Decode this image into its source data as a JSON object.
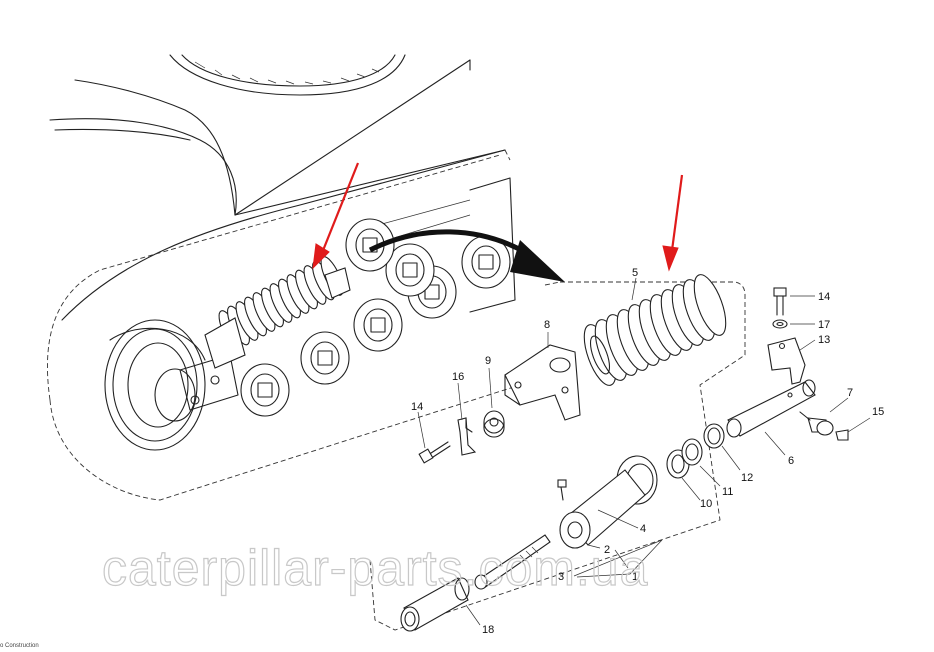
{
  "colors": {
    "arrow": "#e01b1b",
    "line": "#222222",
    "watermark": "#c8c8c8",
    "background": "#ffffff"
  },
  "watermark": "caterpillar-parts.com.ua",
  "caption": "o Construction",
  "parts": [
    {
      "id": "p1",
      "label": "1"
    },
    {
      "id": "p2",
      "label": "2"
    },
    {
      "id": "p3",
      "label": "3"
    },
    {
      "id": "p4",
      "label": "4"
    },
    {
      "id": "p5",
      "label": "5"
    },
    {
      "id": "p6",
      "label": "6"
    },
    {
      "id": "p7",
      "label": "7"
    },
    {
      "id": "p8",
      "label": "8"
    },
    {
      "id": "p9",
      "label": "9"
    },
    {
      "id": "p10",
      "label": "10"
    },
    {
      "id": "p11",
      "label": "11"
    },
    {
      "id": "p12",
      "label": "12"
    },
    {
      "id": "p13",
      "label": "13"
    },
    {
      "id": "p14a",
      "label": "14"
    },
    {
      "id": "p14b",
      "label": "14"
    },
    {
      "id": "p15",
      "label": "15"
    },
    {
      "id": "p16",
      "label": "16"
    },
    {
      "id": "p17",
      "label": "17"
    },
    {
      "id": "p18",
      "label": "18"
    }
  ]
}
